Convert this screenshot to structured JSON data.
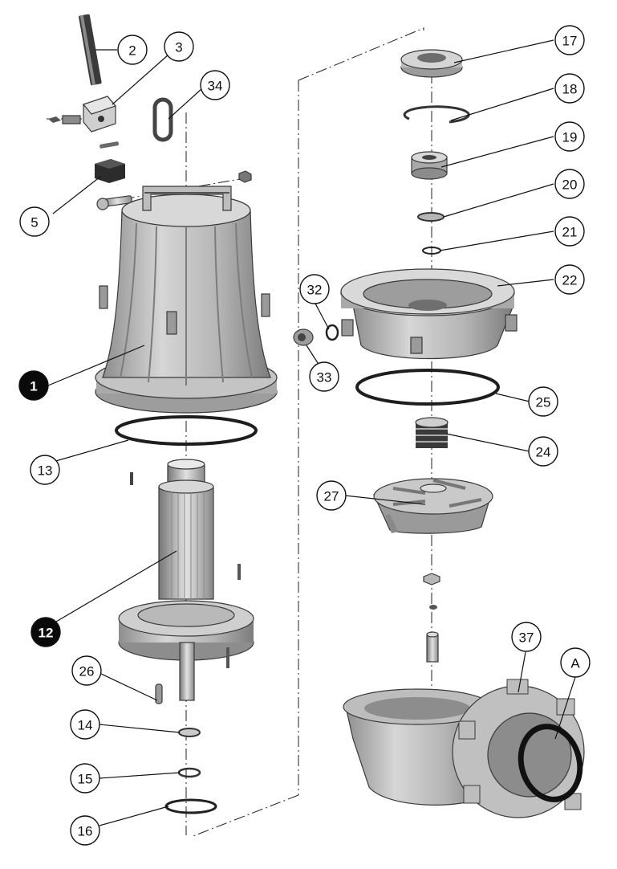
{
  "callouts": [
    {
      "id": "c1",
      "label": "1",
      "filled": true
    },
    {
      "id": "c2",
      "label": "2",
      "filled": false
    },
    {
      "id": "c3",
      "label": "3",
      "filled": false
    },
    {
      "id": "c5",
      "label": "5",
      "filled": false
    },
    {
      "id": "c12",
      "label": "12",
      "filled": true
    },
    {
      "id": "c13",
      "label": "13",
      "filled": false
    },
    {
      "id": "c14",
      "label": "14",
      "filled": false
    },
    {
      "id": "c15",
      "label": "15",
      "filled": false
    },
    {
      "id": "c16",
      "label": "16",
      "filled": false
    },
    {
      "id": "c17",
      "label": "17",
      "filled": false
    },
    {
      "id": "c18",
      "label": "18",
      "filled": false
    },
    {
      "id": "c19",
      "label": "19",
      "filled": false
    },
    {
      "id": "c20",
      "label": "20",
      "filled": false
    },
    {
      "id": "c21",
      "label": "21",
      "filled": false
    },
    {
      "id": "c22",
      "label": "22",
      "filled": false
    },
    {
      "id": "c24",
      "label": "24",
      "filled": false
    },
    {
      "id": "c25",
      "label": "25",
      "filled": false
    },
    {
      "id": "c26",
      "label": "26",
      "filled": false
    },
    {
      "id": "c27",
      "label": "27",
      "filled": false
    },
    {
      "id": "c32",
      "label": "32",
      "filled": false
    },
    {
      "id": "c33",
      "label": "33",
      "filled": false
    },
    {
      "id": "c34",
      "label": "34",
      "filled": false
    },
    {
      "id": "c37",
      "label": "37",
      "filled": false
    },
    {
      "id": "cA",
      "label": "A",
      "filled": false
    }
  ],
  "colors": {
    "part_light": "#cfcfcf",
    "part_mid": "#a9a9a9",
    "part_dark": "#6f6f6f",
    "outline": "#3a3a3a",
    "callout_fill_dark": "#0a0a0a"
  }
}
